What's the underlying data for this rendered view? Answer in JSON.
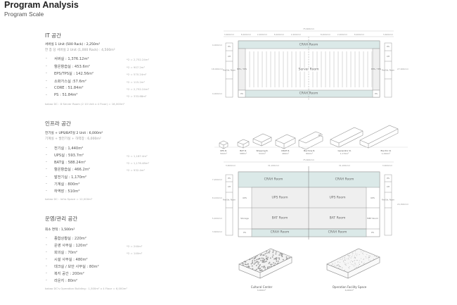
{
  "header": {
    "title": "Program Analysis",
    "subtitle": "Program Scale"
  },
  "it": {
    "heading": "IT 공간",
    "bullets": [
      "서버실 1 Unit (500 Rack) : 2,250m²",
      "한 층 당 서버실 2 Unit (1,000 Rack) : 4,500m²"
    ],
    "items": [
      "서버실 : 1,376.12m²",
      "항온항습실 : 453.6m²",
      "EPS/TPS실 : 142.56m²",
      "소화가스실 :57.6m²",
      "CORE : 51.84m²",
      "PS : 51.84m²"
    ],
    "notes": [
      "*2 = 2,752.24m²",
      "*2 = 907.2m²",
      "*2 = 570.24m²",
      "*2 = 115.2m²",
      "*2 = 2,752.24m²",
      "*2 = 333.68m²"
    ],
    "footnote": "kakao DC : 8 Server Room (2 10 Unit x 4 Floor) = 18,000m²"
  },
  "infra": {
    "heading": "인프라 공간",
    "bullets": [
      "전기실 + UPS/BAT실 2 Unit : 6,000m²",
      "기계실 + 발전기실 + 하역장 : 6,000m²"
    ],
    "items": [
      "전기실 : 1,440m²",
      "UPS실 : 593.7m²",
      "BAT실 : 588.24m²",
      "항온항습실 : 466.2m²",
      "발전기실 : 1,170m²",
      "기계실 : 800m²",
      "하역장 : 510m²"
    ],
    "notes": [
      "*2 = 1,187.4m²",
      "*2 = 1,176.48m²",
      "*2 = 932.4m²"
    ],
    "footnote": "kakao DC : Infra Space = 12,000m²"
  },
  "ops": {
    "heading": "운영/관리 공간",
    "bullets": [
      "최소 면적 : 1,500m²"
    ],
    "items": [
      "종합상황실 : 220m²",
      "운영 사무실 : 120m²",
      "회의실 : 70m²",
      "시설 사무실 : 480m²",
      "데크실 / 보안 사무실 : 80m²",
      "복지 공간 : 200m²",
      "라운지 : 80m²"
    ],
    "notes": [
      "*2 = 240m²",
      "*2 = 140m²"
    ],
    "footnote": "kakao DC's Operation Building : 1,500m² x 4 Floor = 6,000m²"
  },
  "plan1": {
    "total": "75,600mm",
    "height": "27,900mm",
    "crah": "CRAH Room",
    "server": "Server Room",
    "eps": "EPS / TPS",
    "ps": "PS",
    "ch": "CH",
    "fire": "Fire Ext. Room",
    "top_dims": [
      "3,600mm",
      "8,400mm",
      "2,400mm",
      "8,400mm",
      "2,400mm",
      "8,400mm",
      "2,400mm",
      "8,400mm",
      "3,600mm"
    ],
    "side_dims": [
      "4,000mm",
      "18,000mm",
      "4,000mm"
    ]
  },
  "plan2": {
    "total": "75,600mm",
    "height": "24,300mm",
    "crah": "CRAH Room",
    "ups": "UPS Room",
    "bat": "BAT Room",
    "ups_side": "UPS",
    "storage": "Storage",
    "mbt": "MBT Room",
    "ps": "PS",
    "ch": "CH",
    "fire": "Fire Ext. Room",
    "top_dims": [
      "3,600mm",
      "31,200mm",
      "31,200mm",
      "3,600mm"
    ],
    "side_dims": [
      "7,200mm",
      "8,100mm",
      "5,400mm",
      "3,600mm"
    ]
  },
  "buildings": [
    {
      "name": "UPS R.",
      "area": "594m²"
    },
    {
      "name": "BAT R.",
      "area": "588m²"
    },
    {
      "name": "Shipping R.",
      "area": "510m²"
    },
    {
      "name": "CRAH R.",
      "area": "466m²"
    },
    {
      "name": "Machine R.",
      "area": "800m²"
    },
    {
      "name": "Generator R.",
      "area": "1,170m²"
    },
    {
      "name": "Electric R.",
      "area": "1,440m²"
    }
  ],
  "blocks": [
    {
      "name": "Cultural Center",
      "area": "3,000m²"
    },
    {
      "name": "Operation Facility Space",
      "area": "6,000m²"
    }
  ],
  "colors": {
    "crah": "#dbe9e8",
    "room": "#efefef",
    "line": "#888"
  }
}
